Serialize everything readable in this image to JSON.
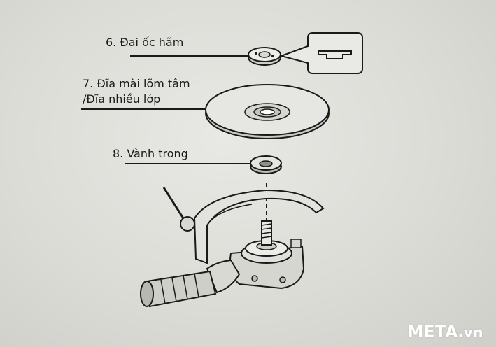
{
  "labels": {
    "part6": "6. Đai ốc hãm",
    "part7_line1": "7. Đĩa mài lõm tâm",
    "part7_line2": "/Đĩa nhiều lớp",
    "part8": "8. Vành trong"
  },
  "watermark": {
    "brand": "META",
    "suffix": ".vn"
  },
  "colors": {
    "ink": "#1a1a1a",
    "paper": "#e3e3de",
    "watermark": "#ffffff"
  }
}
